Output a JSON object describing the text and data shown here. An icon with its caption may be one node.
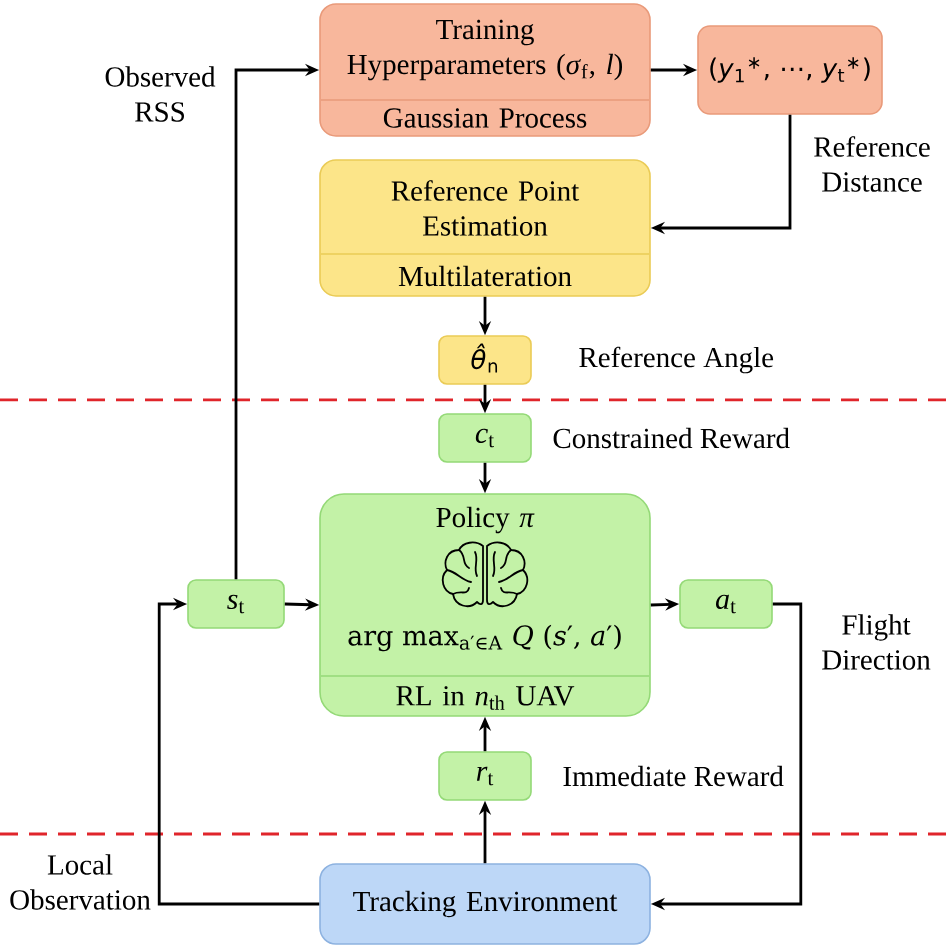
{
  "diagram": {
    "nodes": [
      {
        "text": [
          "Training Hyperparameters (*σ*$_{f}$, *l*)",
          "Gaussian Process"
        ]
      },
      {
        "text": [
          "(*y*$_{1}$$^{∗}$, ⋯, *y*$_{t}$$^{∗}$)"
        ]
      },
      {
        "text": [
          "Reference Point Estimation",
          "Multilateration"
        ]
      },
      {
        "text": [
          "*θ̂*$_{n}$"
        ],
        "beside": [
          "Reference Angle"
        ]
      },
      {
        "text": [
          "*c*$_{t}$"
        ],
        "beside": [
          "Constrained Reward"
        ]
      },
      {
        "text": [
          "*s*$_{t}$"
        ]
      },
      {
        "text": [
          "Policy *π*",
          "arg max$_{a′∈A}$ *Q* (*s*′, *a*′)",
          "RL in *n*$_{th}$ UAV"
        ]
      },
      {
        "text": [
          "*a*$_{t}$"
        ]
      },
      {
        "text": [
          "*r*$_{t}$"
        ],
        "beside": [
          "Immediate Reward"
        ]
      },
      {
        "text": [
          "Tracking Environment"
        ]
      }
    ],
    "edges": [
      {
        "from": 5,
        "to": 0,
        "arrow": "to",
        "label": "Observed RSS"
      },
      {
        "from": 0,
        "to": 1,
        "arrow": "to"
      },
      {
        "from": 1,
        "to": 2,
        "arrow": "to",
        "label": "Reference Distance"
      },
      {
        "from": 2,
        "to": 3,
        "arrow": "to"
      },
      {
        "from": 3,
        "to": 4,
        "arrow": "to"
      },
      {
        "from": 4,
        "to": 6,
        "arrow": "to"
      },
      {
        "from": 5,
        "to": 6,
        "arrow": "to"
      },
      {
        "from": 6,
        "to": 7,
        "arrow": "to"
      },
      {
        "from": 7,
        "to": 9,
        "arrow": "to",
        "label": "Flight Direction"
      },
      {
        "from": 9,
        "to": 5,
        "arrow": "to",
        "label": "Local Observation"
      },
      {
        "from": 9,
        "to": 8,
        "arrow": "to"
      },
      {
        "from": 8,
        "to": 6,
        "arrow": "to"
      }
    ]
  }
}
